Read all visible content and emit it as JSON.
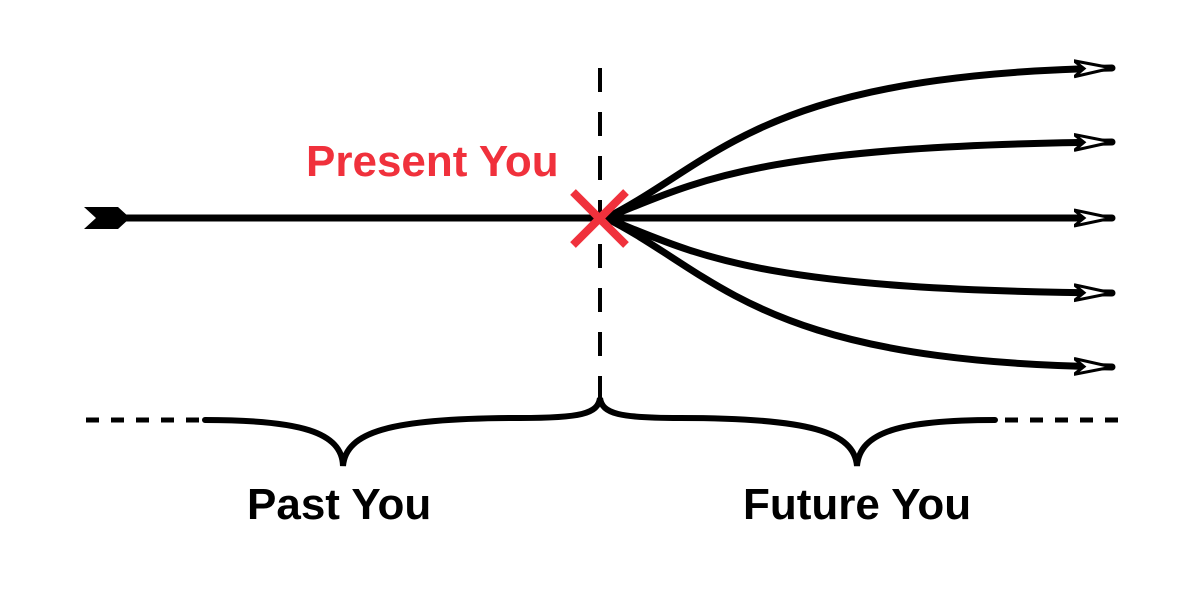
{
  "labels": {
    "present": "Present You",
    "past": "Past You",
    "future": "Future You"
  },
  "colors": {
    "ink": "#000000",
    "present": "#f0313c",
    "background": "#ffffff"
  }
}
